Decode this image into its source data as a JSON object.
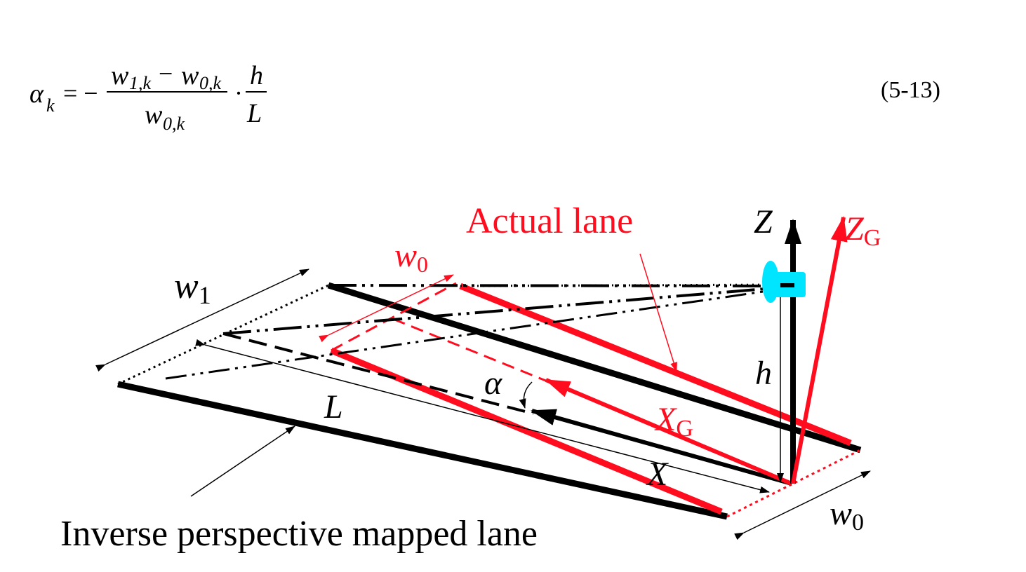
{
  "equation": {
    "lhs_symbol": "α",
    "lhs_sub": "k",
    "equals_minus": "= −",
    "numerator": "w",
    "num_sub1": "1,k",
    "num_minus": "−",
    "num_w0": "w",
    "num_sub0": "0,k",
    "denominator": "w",
    "den_sub": "0,k",
    "dot": "·",
    "h": "h",
    "L": "L",
    "number": "(5-13)"
  },
  "labels": {
    "actual_lane": "Actual lane",
    "w0_red": "w",
    "w0_red_sub": "0",
    "w1": "w",
    "w1_sub": "1",
    "Z": "Z",
    "ZG": "Z",
    "ZG_sub": "G",
    "h": "h",
    "alpha": "α",
    "L": "L",
    "XG": "X",
    "XG_sub": "G",
    "X": "X",
    "w0_black": "w",
    "w0_black_sub": "0",
    "ipm_lane": "Inverse perspective mapped lane"
  },
  "colors": {
    "red": "#ff0d1f",
    "black": "#000000",
    "camera": "#00e5ff"
  }
}
